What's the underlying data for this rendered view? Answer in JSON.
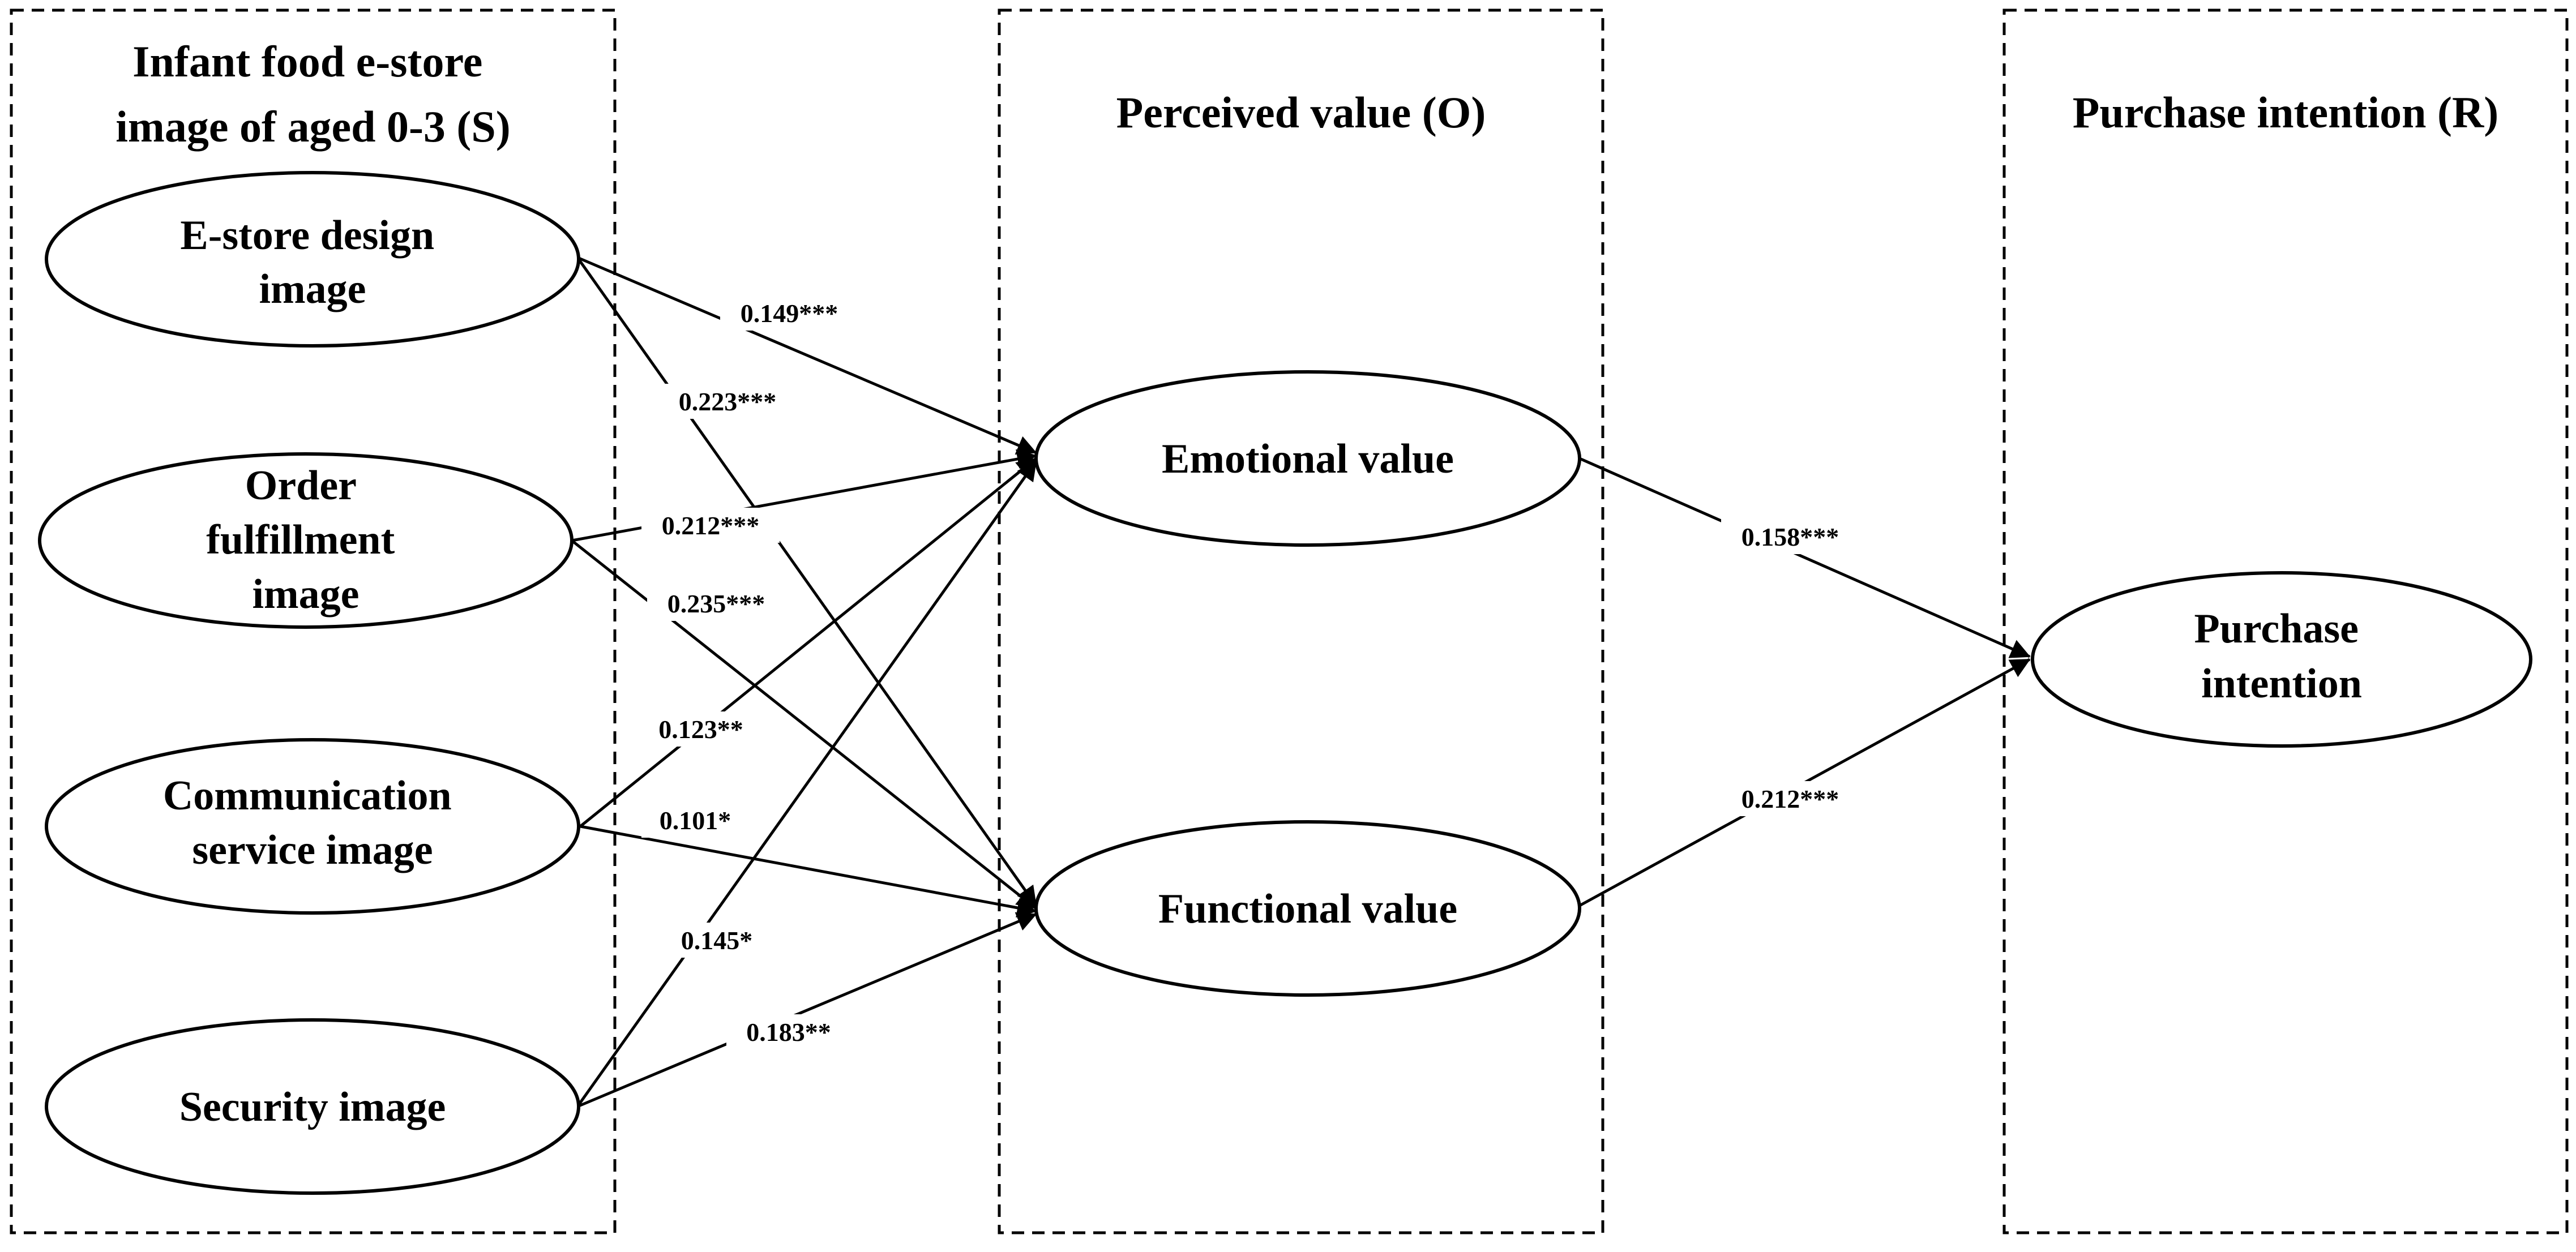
{
  "groups": {
    "stimulus": {
      "title_lines": [
        "Infant food e-store",
        "image of  aged 0-3 (S)"
      ]
    },
    "organism": {
      "title_lines": [
        "Perceived value (O)"
      ]
    },
    "response": {
      "title_lines": [
        "Purchase intention (R)"
      ]
    }
  },
  "nodes": {
    "design": {
      "lines": [
        "E-store design",
        "image"
      ]
    },
    "fulfillment": {
      "lines": [
        "Order",
        "fulfillment",
        "image"
      ]
    },
    "communication": {
      "lines": [
        "Communication",
        "service image"
      ]
    },
    "security": {
      "lines": [
        "Security image"
      ]
    },
    "emotional": {
      "lines": [
        "Emotional value"
      ]
    },
    "functional": {
      "lines": [
        "Functional value"
      ]
    },
    "purchase": {
      "lines": [
        "Purchase",
        "intention"
      ]
    }
  },
  "paths": [
    {
      "from": "design",
      "to": "emotional",
      "coefficient": "0.149***"
    },
    {
      "from": "design",
      "to": "functional",
      "coefficient": "0.223***"
    },
    {
      "from": "fulfillment",
      "to": "emotional",
      "coefficient": "0.212***"
    },
    {
      "from": "fulfillment",
      "to": "functional",
      "coefficient": "0.235***"
    },
    {
      "from": "communication",
      "to": "emotional",
      "coefficient": "0.123**"
    },
    {
      "from": "communication",
      "to": "functional",
      "coefficient": "0.101*"
    },
    {
      "from": "security",
      "to": "emotional",
      "coefficient": "0.145*"
    },
    {
      "from": "security",
      "to": "functional",
      "coefficient": "0.183**"
    },
    {
      "from": "emotional",
      "to": "purchase",
      "coefficient": "0.158***"
    },
    {
      "from": "functional",
      "to": "purchase",
      "coefficient": "0.212***"
    }
  ]
}
